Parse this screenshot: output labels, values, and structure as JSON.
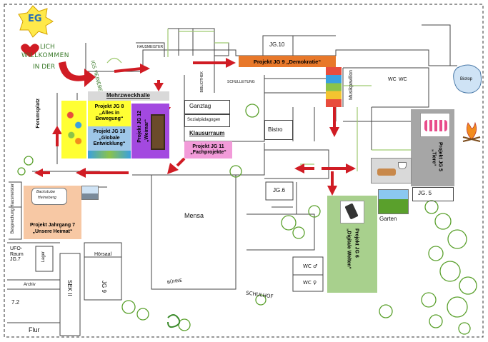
{
  "logo": {
    "text": "EG"
  },
  "welcome": {
    "line1": "LICH",
    "line2": "WILLKOMMEN",
    "line3": "IN DER",
    "school": "IGS HEINEBERG"
  },
  "rooms": {
    "hausmeister_top": "HAUSMEISTER",
    "jg10_top": "JG.10",
    "bibliothek": "BIBLIOTHEK",
    "schulleitung": "SCHULLEITUNG",
    "musikpavillon": "Musikpavillon",
    "wc_top": "WC",
    "wc_top2": "WC",
    "mehrzweckhalle": "Mehrzweckhalle",
    "ganztag": "Ganztag",
    "sozialpaedagogen": "Sozialpädagogen",
    "klausurraum": "Klausurraum",
    "bistro": "Bistro",
    "jg6": "JG.6",
    "jg5": "JG. 5",
    "forumsplatz": "Forumsplatz",
    "hausmeister": "Hausmeister",
    "besprechung": "Besprechung",
    "mensa": "Mensa",
    "ufo": "UFO-Raum JG.7",
    "lager": "Lager",
    "archiv": "Archiv",
    "r72": "7.2",
    "flur": "Flur",
    "sek2": "SEK II",
    "hoersaal": "Hörsaal",
    "jg9": "JG 9",
    "buehne": "BÜHNE",
    "schulhof": "SCHULHOF",
    "garten": "Garten",
    "wc_bottom1": "WC ♂",
    "wc_bottom2": "WC ♀",
    "biotop": "Biotop"
  },
  "projects": {
    "jg9": "Projekt JG 9 „Demokratie“",
    "jg8": [
      "Projekt JG 8",
      "„Alles in",
      "Bewegung“"
    ],
    "jg10": [
      "Projekt JG 10",
      "„Globale",
      "Entwicklung“"
    ],
    "jg12": [
      "Projekt JG 12",
      "„Weimar“"
    ],
    "jg11": [
      "Projekt JG  11",
      "„Fachprojekte“"
    ],
    "jg5": [
      "Projekt JG 5",
      "„Tiere“"
    ],
    "jg6": [
      "Projekt JG 6",
      "„Digitale Welten“"
    ],
    "jg7": [
      "Projekt Jahrgang 7",
      "„Unsere Heimat“"
    ],
    "bakery_sign": [
      "Backstube",
      "Heineberg"
    ]
  },
  "colors": {
    "arrow": "#d01c24",
    "jg9": "#e8782a",
    "jg8": "#ffff33",
    "jg10": "#9ec7e8",
    "jg12": "#a349e0",
    "jg11": "#f29bd9",
    "jg5": "#a6a6a6",
    "jg6": "#a8d08d",
    "jg7": "#f7c8a4",
    "mzh": "#d9d9d9"
  }
}
